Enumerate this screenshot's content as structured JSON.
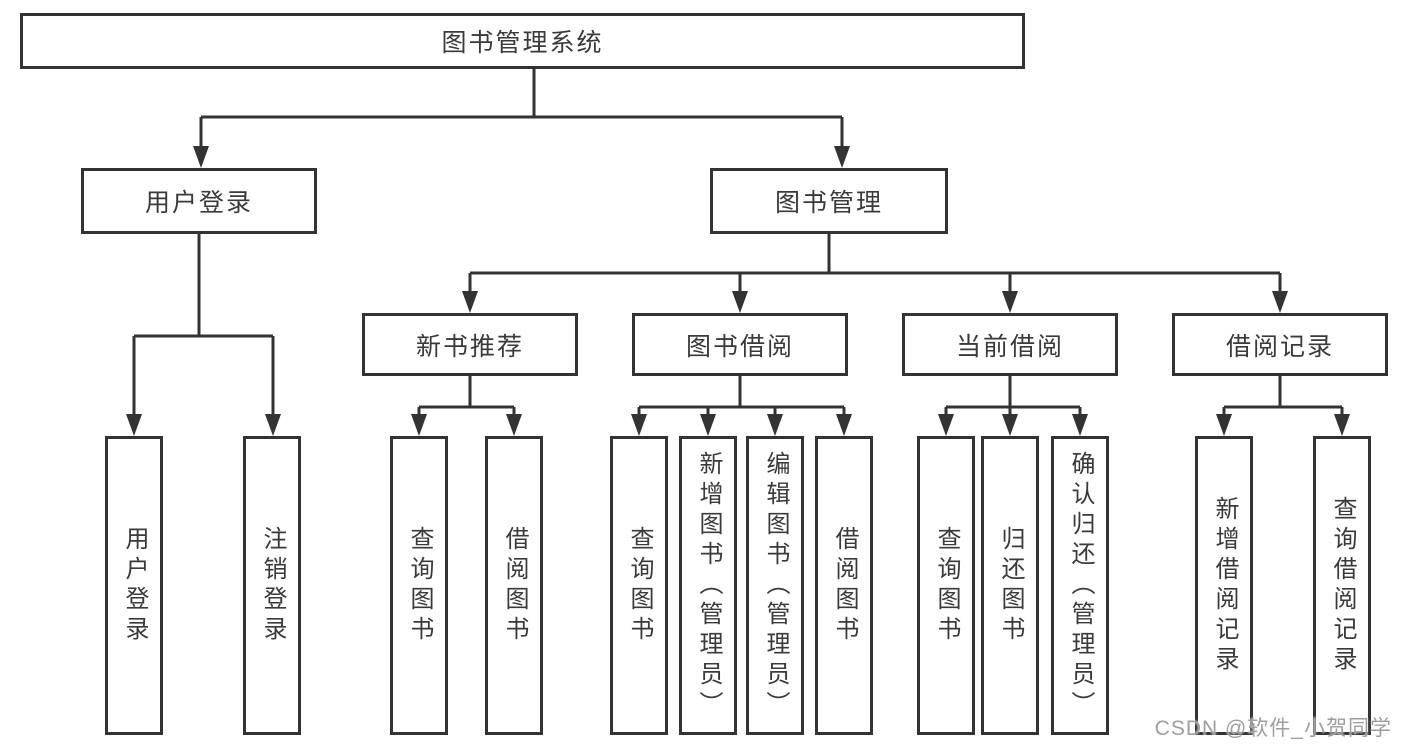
{
  "diagram": {
    "root": {
      "label": "图书管理系统"
    },
    "level2": [
      {
        "label": "用户登录",
        "children": [
          "用户登录",
          "注销登录"
        ]
      },
      {
        "label": "图书管理"
      }
    ],
    "level3": [
      {
        "label": "新书推荐",
        "children": [
          "查询图书",
          "借阅图书"
        ]
      },
      {
        "label": "图书借阅",
        "children": [
          "查询图书",
          "新增图书（管理员）",
          "编辑图书（管理员）",
          "借阅图书"
        ]
      },
      {
        "label": "当前借阅",
        "children": [
          "查询图书",
          "归还图书",
          "确认归还（管理员）"
        ]
      },
      {
        "label": "借阅记录",
        "children": [
          "新增借阅记录",
          "查询借阅记录"
        ]
      }
    ],
    "colors": {
      "line": "#333333",
      "text": "#3a3a3a",
      "background": "#ffffff",
      "watermark": "#9e9e9e"
    }
  },
  "watermark": {
    "text": "CSDN @软件_小贺同学"
  }
}
